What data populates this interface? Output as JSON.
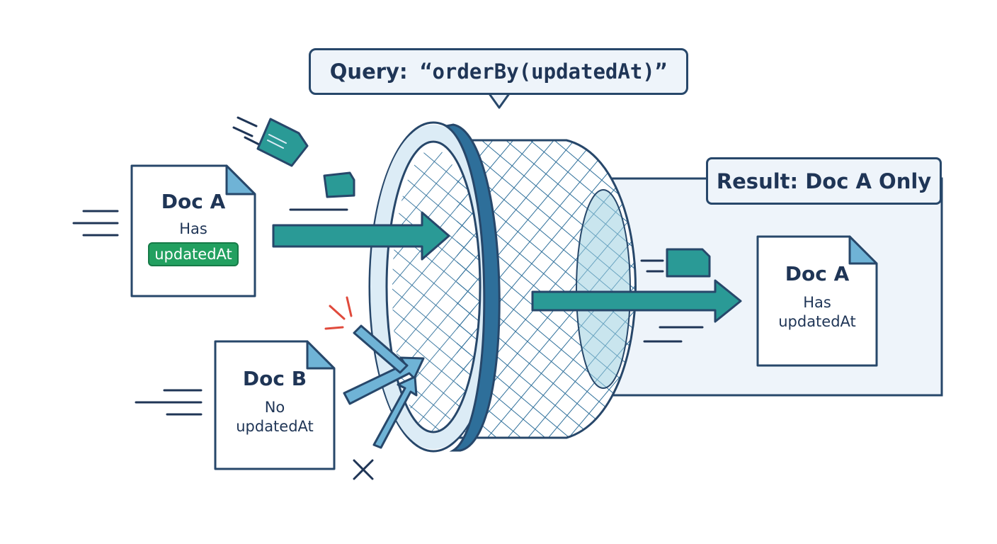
{
  "query": {
    "label": "Query:",
    "value": "“orderBy(updatedAt)”"
  },
  "result": {
    "label": "Result: Doc A Only"
  },
  "docs": {
    "doc_a_input": {
      "title": "Doc A",
      "line1": "Has",
      "field": "updatedAt"
    },
    "doc_b_input": {
      "title": "Doc B",
      "line1": "No",
      "line2": "updatedAt"
    },
    "doc_a_output": {
      "title": "Doc A",
      "line1": "Has",
      "line2": "updatedAt"
    }
  },
  "colors": {
    "navy": "#27476a",
    "teal": "#2a9a96",
    "ring_blue": "#2e6f9a",
    "field_badge": "#22a060",
    "rejection_red": "#e04a3c",
    "panel_fill": "#eef4fa"
  },
  "icons": [
    "document-icon",
    "arrow-right-icon",
    "mesh-filter-icon",
    "reject-x-icon",
    "impact-burst-icon",
    "speed-lines-icon"
  ]
}
